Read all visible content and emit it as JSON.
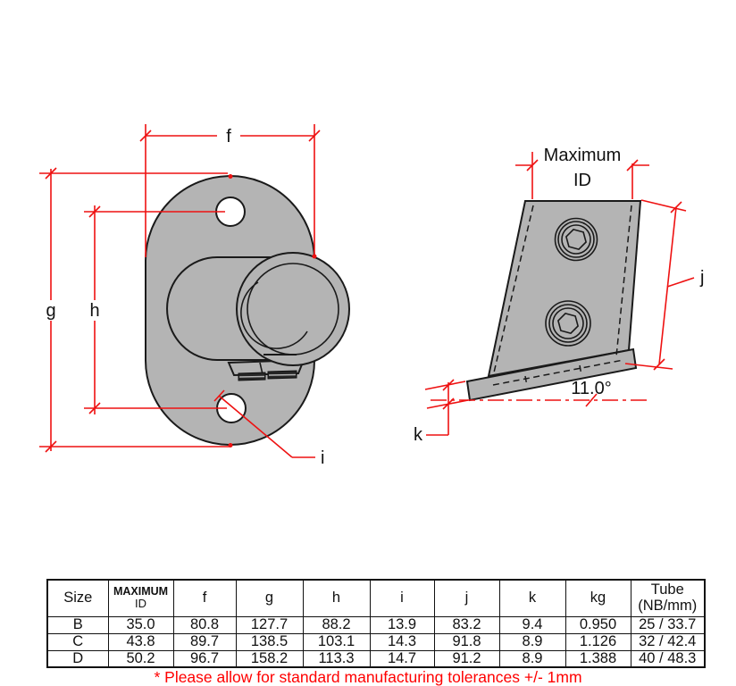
{
  "drawing": {
    "labels": {
      "f": "f",
      "g": "g",
      "h": "h",
      "i": "i",
      "j": "j",
      "k": "k"
    },
    "max_id_line1": "Maximum",
    "max_id_line2": "ID",
    "angle": "11.0°"
  },
  "table": {
    "header": {
      "size": "Size",
      "max_id_line1": "MAXIMUM",
      "max_id_line2": "ID",
      "f": "f",
      "g": "g",
      "h": "h",
      "i": "i",
      "j": "j",
      "k": "k",
      "kg": "kg",
      "tube_line1": "Tube",
      "tube_line2": "(NB/mm)"
    },
    "rows": [
      {
        "size": "B",
        "max_id": "35.0",
        "f": "80.8",
        "g": "127.7",
        "h": "88.2",
        "i": "13.9",
        "j": "83.2",
        "k": "9.4",
        "kg": "0.950",
        "tube": "25 / 33.7"
      },
      {
        "size": "C",
        "max_id": "43.8",
        "f": "89.7",
        "g": "138.5",
        "h": "103.1",
        "i": "14.3",
        "j": "91.8",
        "k": "8.9",
        "kg": "1.126",
        "tube": "32 / 42.4"
      },
      {
        "size": "D",
        "max_id": "50.2",
        "f": "96.7",
        "g": "158.2",
        "h": "113.3",
        "i": "14.7",
        "j": "91.2",
        "k": "8.9",
        "kg": "1.388",
        "tube": "40 / 48.3"
      }
    ]
  },
  "note": {
    "text": "* Please allow for standard manufacturing tolerances +/- 1mm"
  },
  "colors": {
    "part_fill": "#b4b4b4",
    "outline": "#1a1a1a",
    "dimension": "#ee1111",
    "note": "#ff0000"
  }
}
